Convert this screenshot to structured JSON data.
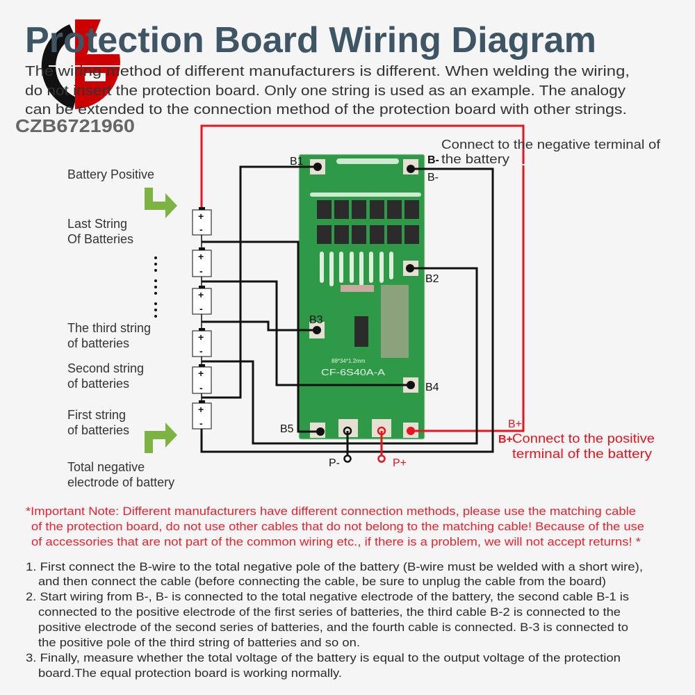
{
  "title": "Protection Board Wiring Diagram",
  "intro": [
    "The wiring method of different manufacturers is different. When welding the wiring,",
    "do not insert the protection board. Only one string is used as an example. The analogy",
    "can be extended to the connection method of the protection board with other strings."
  ],
  "logo_text": "CZB6721960",
  "left_labels": {
    "battery_positive": "Battery Positive",
    "last_string_1": "Last String",
    "last_string_2": "Of Batteries",
    "third_1": "The third string",
    "third_2": "of batteries",
    "second_1": "Second string",
    "second_2": "of batteries",
    "first_1": "First string",
    "first_2": "of batteries",
    "total_neg_1": "Total negative",
    "total_neg_2": "electrode of battery"
  },
  "battery": {
    "plus": "+",
    "minus": "-"
  },
  "pins": {
    "b1": "B1",
    "b2": "B2",
    "b3": "B3",
    "b4": "B4",
    "b5": "B5",
    "b_minus": "B-",
    "b_minus_small": "B-",
    "b_plus": "B+",
    "b_plus_small": "B+",
    "p_minus": "P-",
    "p_plus": "P+"
  },
  "board": {
    "model": "CF-6S40A-A",
    "size": "88*34*1.2mm"
  },
  "right_labels": {
    "neg_1": "Connect to the negative terminal of",
    "neg_2": "the battery",
    "pos_1": "Connect to the positive",
    "pos_2": "terminal of the battery"
  },
  "note": [
    "*Important Note: Different manufacturers have different connection methods, please use the matching cable",
    "of the protection board, do not use other cables that do not belong to the matching cable! Because of the use",
    "of accessories that are not part of the common wiring etc., if there is a problem, we will not accept returns! *"
  ],
  "steps": [
    "1. First connect the B-wire to the total negative pole of the battery (B-wire must be welded with a short wire),",
    "and then connect the cable (before connecting the cable, be sure to unplug the cable from the board)",
    "2. Start wiring from B-, B- is connected to the total negative electrode of the battery, the second cable B-1 is",
    "connected to the positive electrode of the first series of batteries, the third cable B-2 is connected to the",
    "positive electrode of the second series of batteries, and the fourth cable is connected. B-3 is connected to",
    "the positive pole of the third string of batteries and so on.",
    "3. Finally, measure whether the total voltage of the battery is equal to the output voltage of the protection",
    "board.The equal protection board is working normally."
  ],
  "colors": {
    "title": "#3e5565",
    "accent_red": "#e8141e",
    "arrow_green": "#7cb342",
    "board_green": "#2e9a48"
  }
}
